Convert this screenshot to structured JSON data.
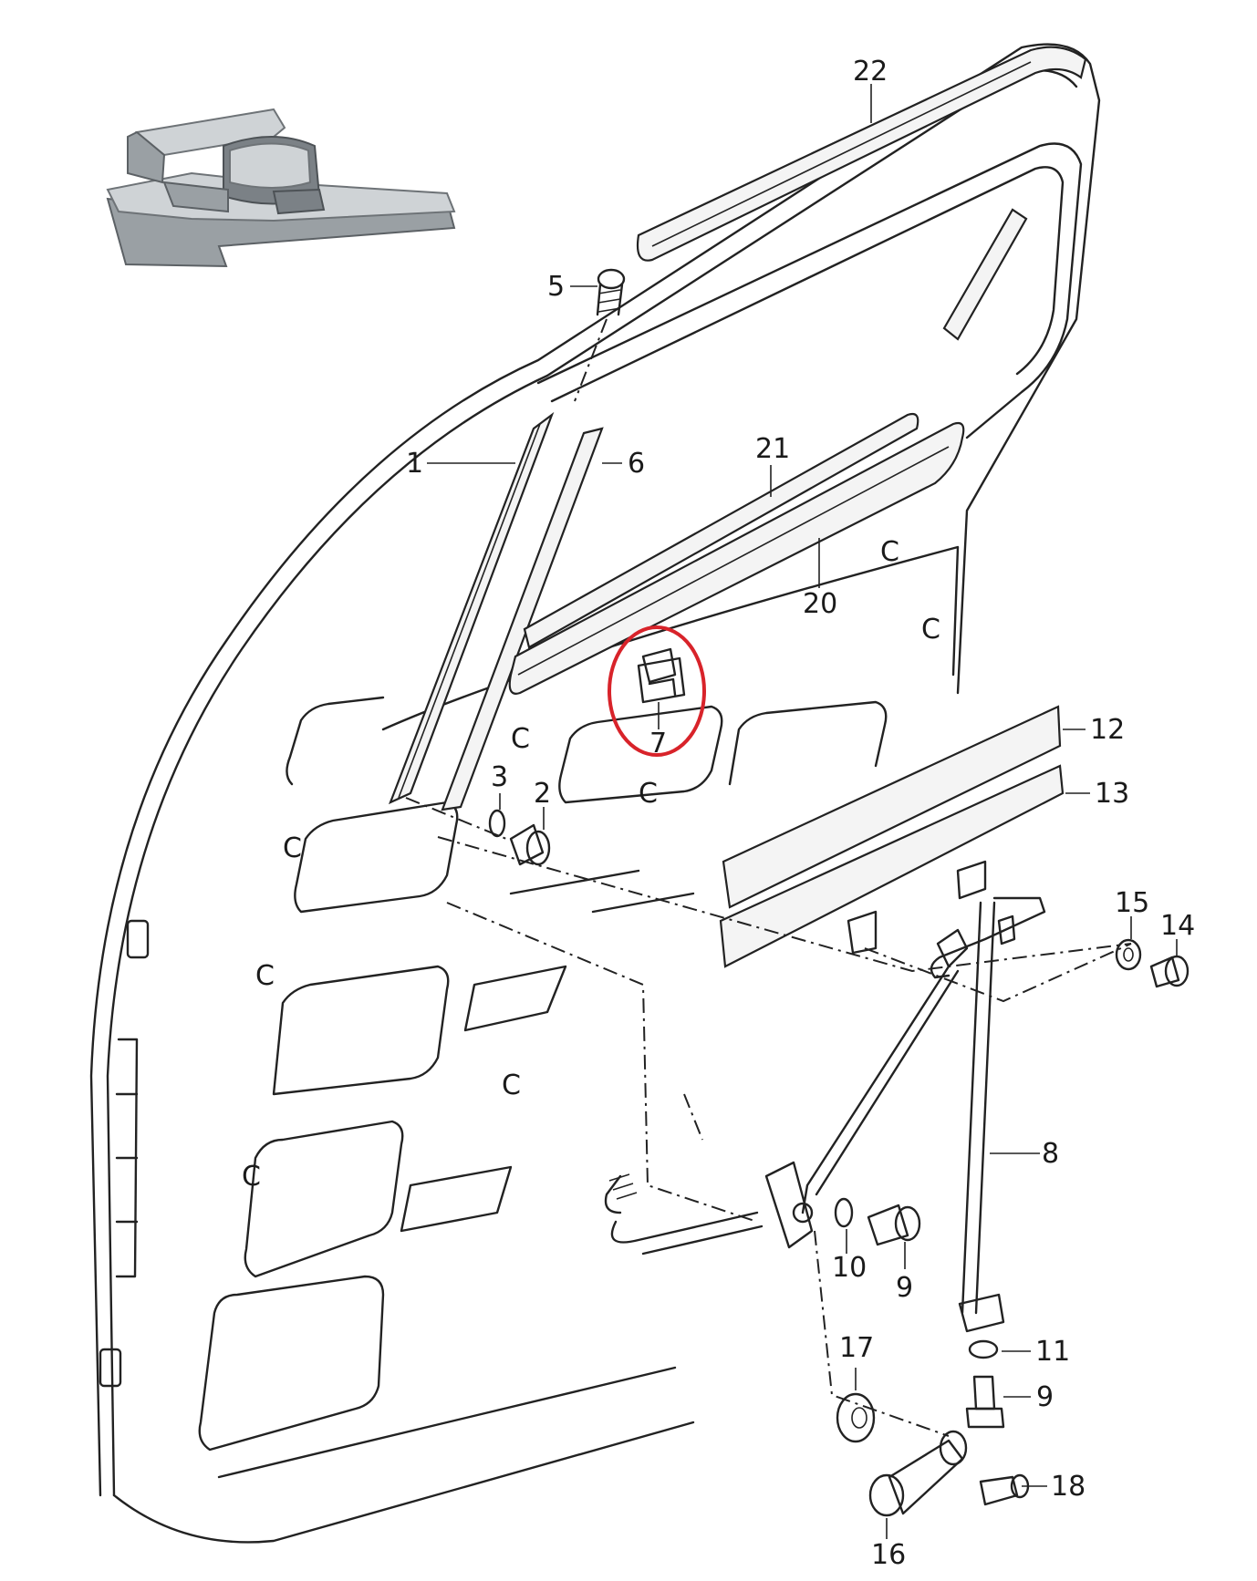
{
  "diagram": {
    "callouts": [
      {
        "id": "c1",
        "label": "1"
      },
      {
        "id": "c2",
        "label": "2"
      },
      {
        "id": "c3",
        "label": "3"
      },
      {
        "id": "c5",
        "label": "5"
      },
      {
        "id": "c6",
        "label": "6"
      },
      {
        "id": "c7",
        "label": "7"
      },
      {
        "id": "c8",
        "label": "8"
      },
      {
        "id": "c9a",
        "label": "9"
      },
      {
        "id": "c9b",
        "label": "9"
      },
      {
        "id": "c10",
        "label": "10"
      },
      {
        "id": "c11",
        "label": "11"
      },
      {
        "id": "c12",
        "label": "12"
      },
      {
        "id": "c13",
        "label": "13"
      },
      {
        "id": "c14",
        "label": "14"
      },
      {
        "id": "c15",
        "label": "15"
      },
      {
        "id": "c16",
        "label": "16"
      },
      {
        "id": "c17",
        "label": "17"
      },
      {
        "id": "c18",
        "label": "18"
      },
      {
        "id": "c20",
        "label": "20"
      },
      {
        "id": "c21",
        "label": "21"
      },
      {
        "id": "c22",
        "label": "22"
      }
    ],
    "highlighted_part": "7",
    "highlight_color": "#d8232a",
    "inset_photo": "metal-clip-photo"
  }
}
